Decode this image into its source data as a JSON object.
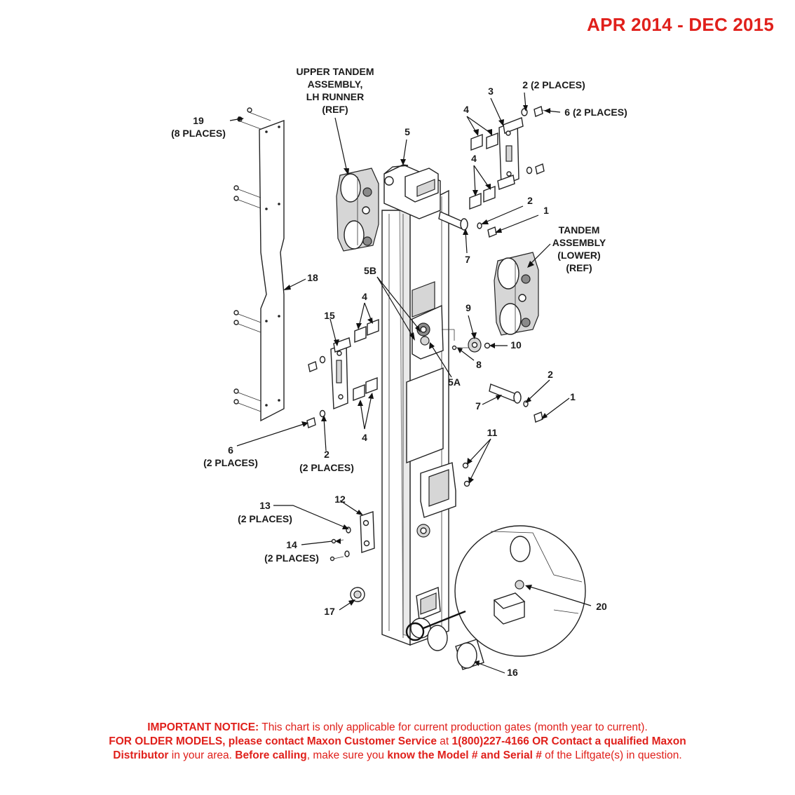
{
  "header": {
    "date_range": "APR 2014 - DEC 2015"
  },
  "callouts": {
    "c19": "19",
    "c19_places": "(8 PLACES)",
    "upper_tandem_1": "UPPER TANDEM",
    "upper_tandem_2": "ASSEMBLY,",
    "upper_tandem_3": "LH RUNNER",
    "upper_tandem_4": "(REF)",
    "c3": "3",
    "c2_top": "2 (2 PLACES)",
    "c6_top": "6 (2 PLACES)",
    "c4_a": "4",
    "c5": "5",
    "c4_b": "4",
    "c2_mid": "2",
    "c1_mid": "1",
    "c7_mid": "7",
    "tandem_lower_1": "TANDEM",
    "tandem_lower_2": "ASSEMBLY",
    "tandem_lower_3": "(LOWER)",
    "tandem_lower_4": "(REF)",
    "c18": "18",
    "c5b": "5B",
    "c4_c": "4",
    "c15": "15",
    "c9": "9",
    "c10": "10",
    "c8": "8",
    "c5a": "5A",
    "c2_low": "2",
    "c1_low": "1",
    "c7_low": "7",
    "c4_d": "4",
    "c6_low": "6",
    "c6_low_places": "(2 PLACES)",
    "c2_low2": "2",
    "c2_low2_places": "(2 PLACES)",
    "c11": "11",
    "c12": "12",
    "c13": "13",
    "c13_places": "(2 PLACES)",
    "c14": "14",
    "c14_places": "(2 PLACES)",
    "c17": "17",
    "c16": "16",
    "c20": "20"
  },
  "notice": {
    "l1_bold": "IMPORTANT NOTICE:",
    "l1_text": " This chart is only applicable for current production gates (month year to current).",
    "l2_bold": "FOR OLDER MODELS, please contact Maxon Customer Service",
    "l2_text": " at ",
    "l2_bold2": "1(800)227-4166 OR Contact a qualified Maxon",
    "l3_bold": "Distributor",
    "l3_text": " in your area. ",
    "l3_bold2": "Before calling",
    "l3_text2": ", make sure you ",
    "l3_bold3": "know the Model # and Serial #",
    "l3_text3": " of the Liftgate(s) in question."
  },
  "colors": {
    "accent_red": "#e0201b",
    "line": "#222222"
  }
}
